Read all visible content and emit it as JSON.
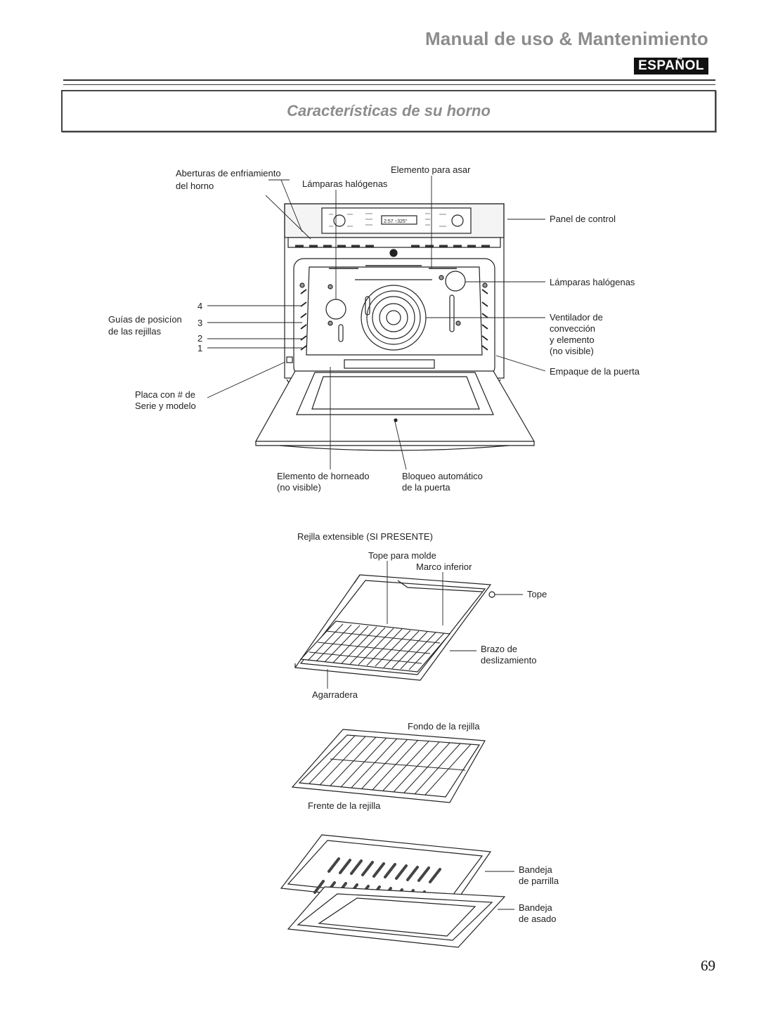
{
  "header": {
    "manual_title": "Manual de uso & Mantenimiento",
    "language": "ESPAÑOL"
  },
  "section": {
    "title": "Características de su horno"
  },
  "oven_figure": {
    "display_text": "2:57 ↑325°",
    "labels": {
      "cooling_vents_1": "Aberturas de enfriamiento",
      "cooling_vents_2": "del horno",
      "broil_element": "Elemento para asar",
      "halogen_top": "Lámparas halógenas",
      "control_panel": "Panel de control",
      "halogen_side": "Lámparas halógenas",
      "rack_guides_1": "Guías de posicíon",
      "rack_guides_2": "de las rejillas",
      "rack_4": "4",
      "rack_3": "3",
      "rack_2": "2",
      "rack_1": "1",
      "fan_1": "Ventilador de",
      "fan_2": "convección",
      "fan_3": "y elemento",
      "fan_4": "(no visible)",
      "door_gasket": "Empaque de la puerta",
      "serial_plate_1": "Placa con # de",
      "serial_plate_2": "Serie y modelo",
      "bake_element_1": "Elemento de horneado",
      "bake_element_2": "(no visible)",
      "door_lock_1": "Bloqueo automático",
      "door_lock_2": "de la puerta"
    }
  },
  "extend_rack_figure": {
    "labels": {
      "title": "Rejlla extensible (SI PRESENTE)",
      "pan_stop": "Tope para molde",
      "lower_frame": "Marco inferior",
      "stop": "Tope",
      "slide_arm_1": "Brazo de",
      "slide_arm_2": "deslizamiento",
      "handle": "Agarradera"
    }
  },
  "rack_figure": {
    "labels": {
      "rack_back": "Fondo de la rejilla",
      "rack_front": "Frente de la rejilla"
    }
  },
  "pan_figure": {
    "labels": {
      "grill_tray_1": "Bandeja",
      "grill_tray_2": "de parrilla",
      "roast_tray_1": "Bandeja",
      "roast_tray_2": "de asado"
    }
  },
  "footer": {
    "page_number": "69"
  }
}
